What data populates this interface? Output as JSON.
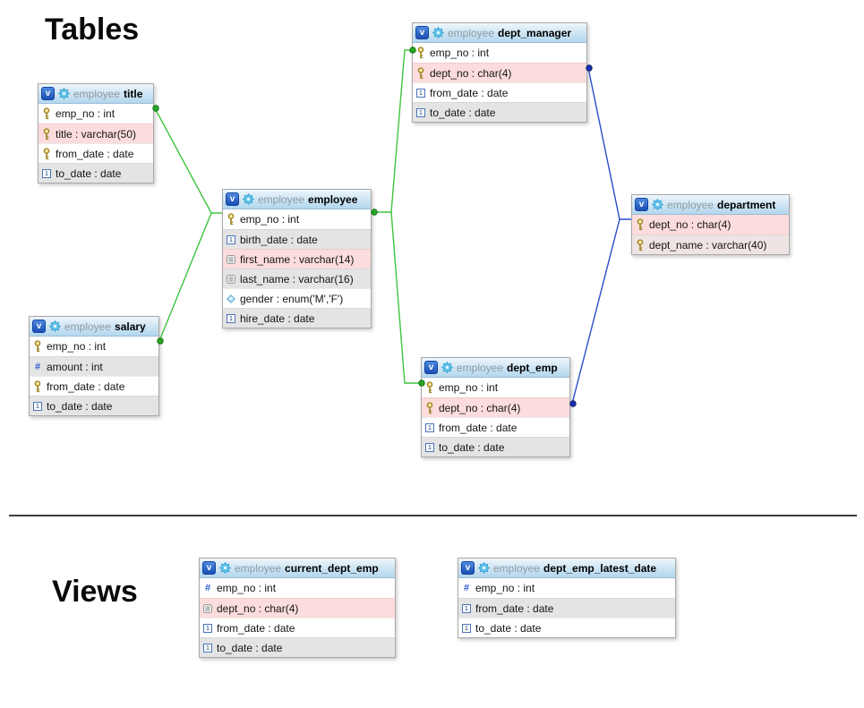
{
  "headings": {
    "tables_label": "Tables",
    "views_label": "Views"
  },
  "icons": {
    "view_badge": "v"
  },
  "colors": {
    "relation_green": "#3fc43f",
    "relation_green_dot": "#28a428",
    "relation_blue": "#2b4ec8",
    "relation_blue_dot": "#1830b0",
    "row_alt": "#e4e4e4",
    "row_highlight": "#fcdcdc",
    "header_gradient_top": "#eef6fc",
    "header_gradient_bottom": "#b2d7ee"
  },
  "tables": [
    {
      "schema": "employee",
      "name": "title",
      "columns": [
        {
          "icon": "key-icon",
          "text": "emp_no : int"
        },
        {
          "icon": "key-icon",
          "text": "title : varchar(50)"
        },
        {
          "icon": "key-icon",
          "text": "from_date : date"
        },
        {
          "icon": "calendar-icon",
          "text": "to_date : date"
        }
      ]
    },
    {
      "schema": "employee",
      "name": "employee",
      "columns": [
        {
          "icon": "key-icon",
          "text": "emp_no : int"
        },
        {
          "icon": "calendar-icon",
          "text": "birth_date : date"
        },
        {
          "icon": "text-icon",
          "text": "first_name : varchar(14)"
        },
        {
          "icon": "text-icon",
          "text": "last_name : varchar(16)"
        },
        {
          "icon": "enum-icon",
          "text": "gender : enum('M','F')"
        },
        {
          "icon": "calendar-icon",
          "text": "hire_date : date"
        }
      ]
    },
    {
      "schema": "employee",
      "name": "salary",
      "columns": [
        {
          "icon": "key-icon",
          "text": "emp_no : int"
        },
        {
          "icon": "numeric-icon",
          "text": "amount : int"
        },
        {
          "icon": "key-icon",
          "text": "from_date : date"
        },
        {
          "icon": "calendar-icon",
          "text": "to_date : date"
        }
      ]
    },
    {
      "schema": "employee",
      "name": "dept_manager",
      "columns": [
        {
          "icon": "key-icon",
          "text": "emp_no : int"
        },
        {
          "icon": "key-icon",
          "text": "dept_no : char(4)"
        },
        {
          "icon": "calendar-icon",
          "text": "from_date : date"
        },
        {
          "icon": "calendar-icon",
          "text": "to_date : date"
        }
      ]
    },
    {
      "schema": "employee",
      "name": "department",
      "columns": [
        {
          "icon": "key-icon",
          "text": "dept_no : char(4)"
        },
        {
          "icon": "key-icon",
          "text": "dept_name : varchar(40)"
        }
      ]
    },
    {
      "schema": "employee",
      "name": "dept_emp",
      "columns": [
        {
          "icon": "key-icon",
          "text": "emp_no : int"
        },
        {
          "icon": "key-icon",
          "text": "dept_no : char(4)"
        },
        {
          "icon": "calendar-icon",
          "text": "from_date : date"
        },
        {
          "icon": "calendar-icon",
          "text": "to_date : date"
        }
      ]
    },
    {
      "schema": "employee",
      "name": "current_dept_emp",
      "columns": [
        {
          "icon": "numeric-icon",
          "text": "emp_no : int"
        },
        {
          "icon": "text-icon",
          "text": "dept_no : char(4)"
        },
        {
          "icon": "calendar-icon",
          "text": "from_date : date"
        },
        {
          "icon": "calendar-icon",
          "text": "to_date : date"
        }
      ]
    },
    {
      "schema": "employee",
      "name": "dept_emp_latest_date",
      "columns": [
        {
          "icon": "numeric-icon",
          "text": "emp_no : int"
        },
        {
          "icon": "calendar-icon",
          "text": "from_date : date"
        },
        {
          "icon": "calendar-icon",
          "text": "to_date : date"
        }
      ]
    }
  ],
  "relations": [
    {
      "from": "title.emp_no",
      "to": "employee.emp_no",
      "color": "green"
    },
    {
      "from": "salary.emp_no",
      "to": "employee.emp_no",
      "color": "green"
    },
    {
      "from": "dept_manager.emp_no",
      "to": "employee.emp_no",
      "color": "green"
    },
    {
      "from": "dept_emp.emp_no",
      "to": "employee.emp_no",
      "color": "green"
    },
    {
      "from": "dept_manager.dept_no",
      "to": "department.dept_no",
      "color": "blue"
    },
    {
      "from": "dept_emp.dept_no",
      "to": "department.dept_no",
      "color": "blue"
    }
  ]
}
